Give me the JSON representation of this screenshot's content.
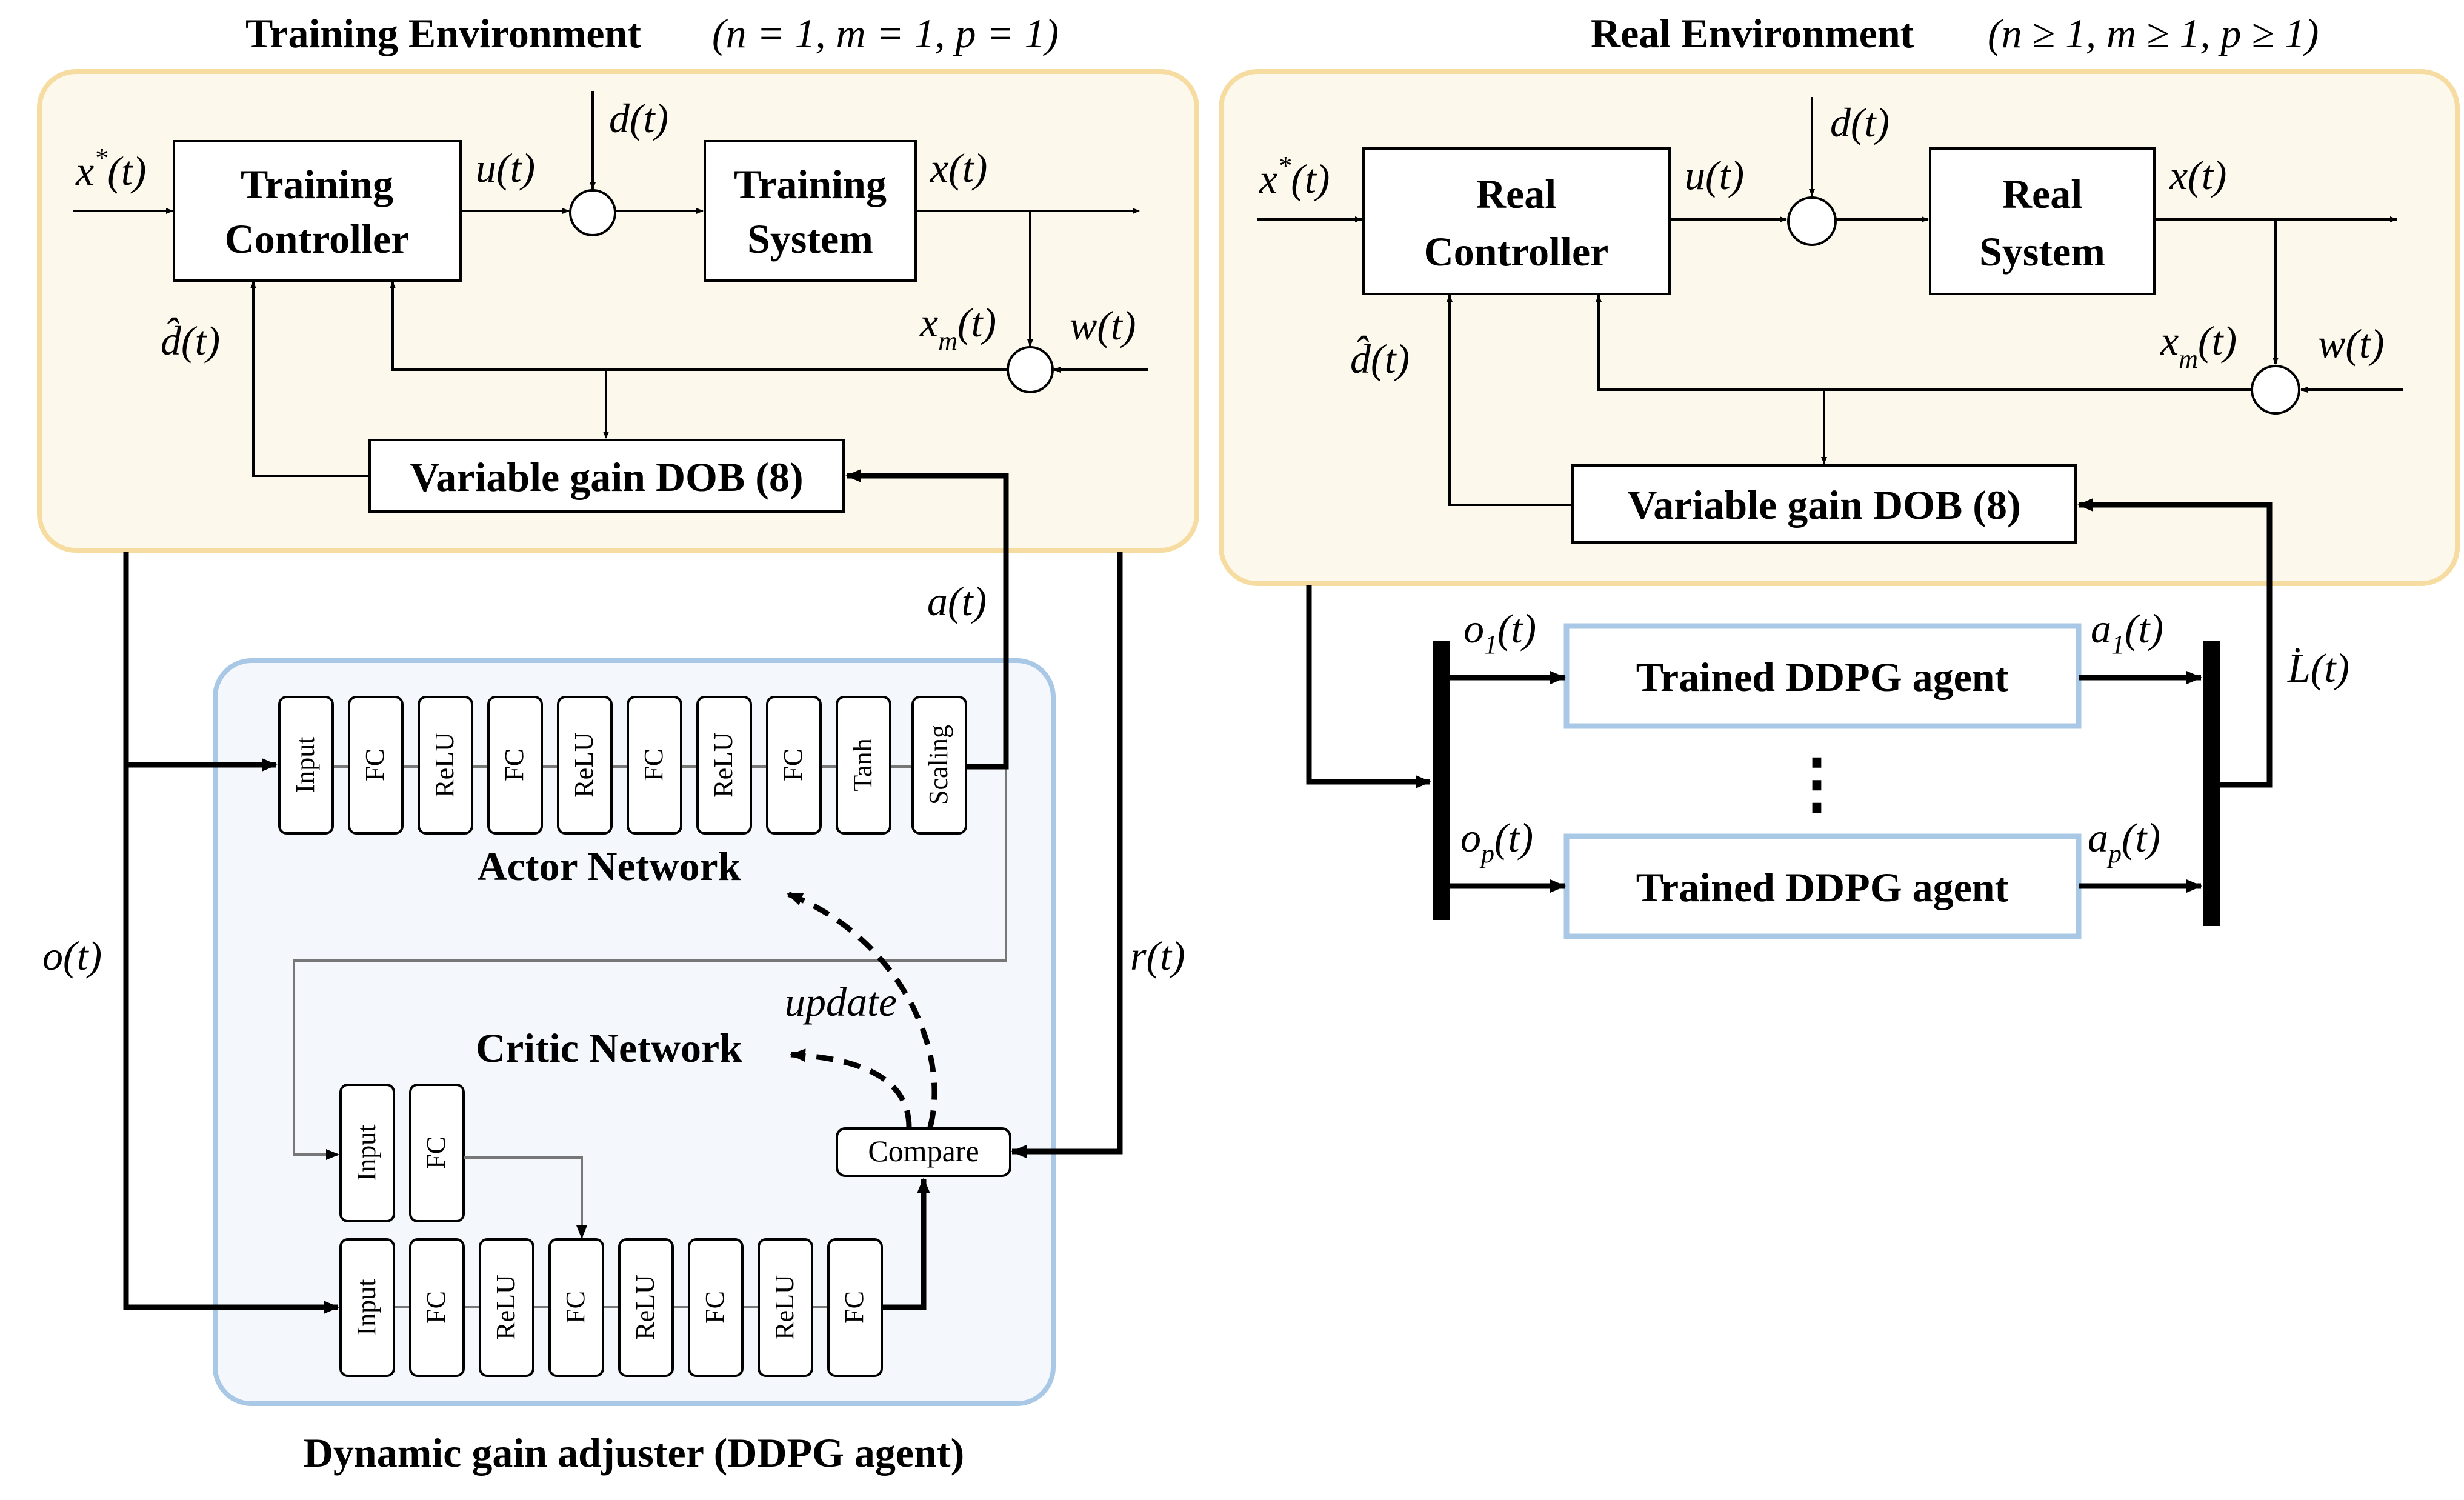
{
  "training_env": {
    "title": "Training Environment",
    "condition": "(n = 1, m = 1, p = 1)",
    "controller": [
      "Training",
      "Controller"
    ],
    "system": [
      "Training",
      "System"
    ],
    "dob": "Variable gain DOB (8)"
  },
  "real_env": {
    "title": "Real Environment",
    "condition": "(n ≥ 1, m ≥ 1, p ≥ 1)",
    "controller": [
      "Real",
      "Controller"
    ],
    "system": [
      "Real",
      "System"
    ],
    "dob": "Variable gain DOB (8)"
  },
  "signals": {
    "x_star": "x",
    "x_star_sup": "*",
    "t": "(t)",
    "u": "u(t)",
    "d": "d(t)",
    "x": "x(t)",
    "x_m": "x",
    "x_m_sub": "m",
    "w": "w(t)",
    "d_hat": "d̂(t)",
    "a": "a(t)",
    "o": "o(t)",
    "r": "r(t)",
    "L_dot": "L̇(t)",
    "o1": "o",
    "o1_sub": "1",
    "a1": "a",
    "a1_sub": "1",
    "op": "o",
    "op_sub": "p",
    "ap": "a",
    "ap_sub": "p"
  },
  "ddpg": {
    "caption": "Dynamic gain adjuster (DDPG agent)",
    "actor_title": "Actor Network",
    "critic_title": "Critic Network",
    "update": "update",
    "compare": "Compare",
    "actor_layers": [
      "Input",
      "FC",
      "ReLU",
      "FC",
      "ReLU",
      "FC",
      "ReLU",
      "FC",
      "Tanh",
      "Scaling"
    ],
    "critic_action_layers": [
      "Input",
      "FC"
    ],
    "critic_obs_layers": [
      "Input",
      "FC",
      "ReLU",
      "FC",
      "ReLU",
      "FC",
      "ReLU",
      "FC"
    ]
  },
  "agents": {
    "agent_label": "Trained DDPG agent",
    "ellipsis": "⋮"
  },
  "colors": {
    "env_fill": "#fdf8ec",
    "env_stroke": "#f6dca0",
    "ddpg_fill": "#f4f8fc",
    "ddpg_stroke": "#a9c8e6",
    "agent_stroke": "#a9c8e6"
  }
}
